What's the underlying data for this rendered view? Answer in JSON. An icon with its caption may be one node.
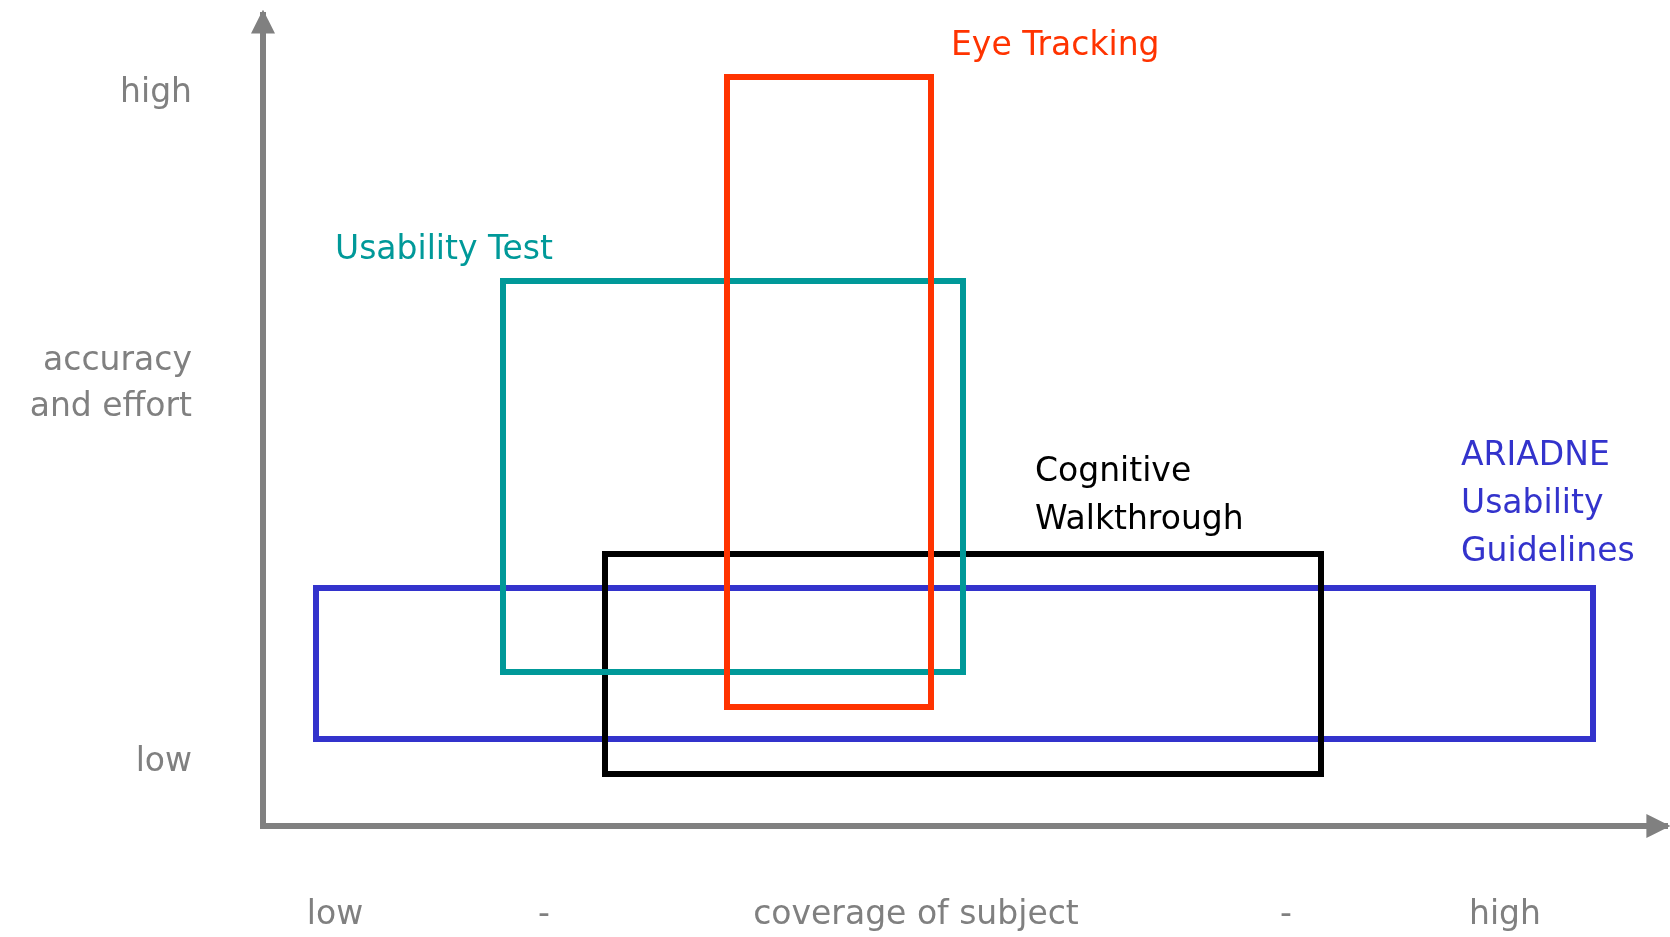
{
  "diagram": {
    "nodes": [
      {
        "text": [
          "Eye Tracking"
        ]
      },
      {
        "text": [
          "Usability Test"
        ]
      },
      {
        "text": [
          "Cognitive Walkthrough"
        ]
      },
      {
        "text": [
          "ARIADNE Usability Guidelines"
        ]
      }
    ],
    "labels": [
      "high",
      "accuracy and effort",
      "low",
      "low",
      "-",
      "coverage of subject",
      "-",
      "high"
    ]
  }
}
